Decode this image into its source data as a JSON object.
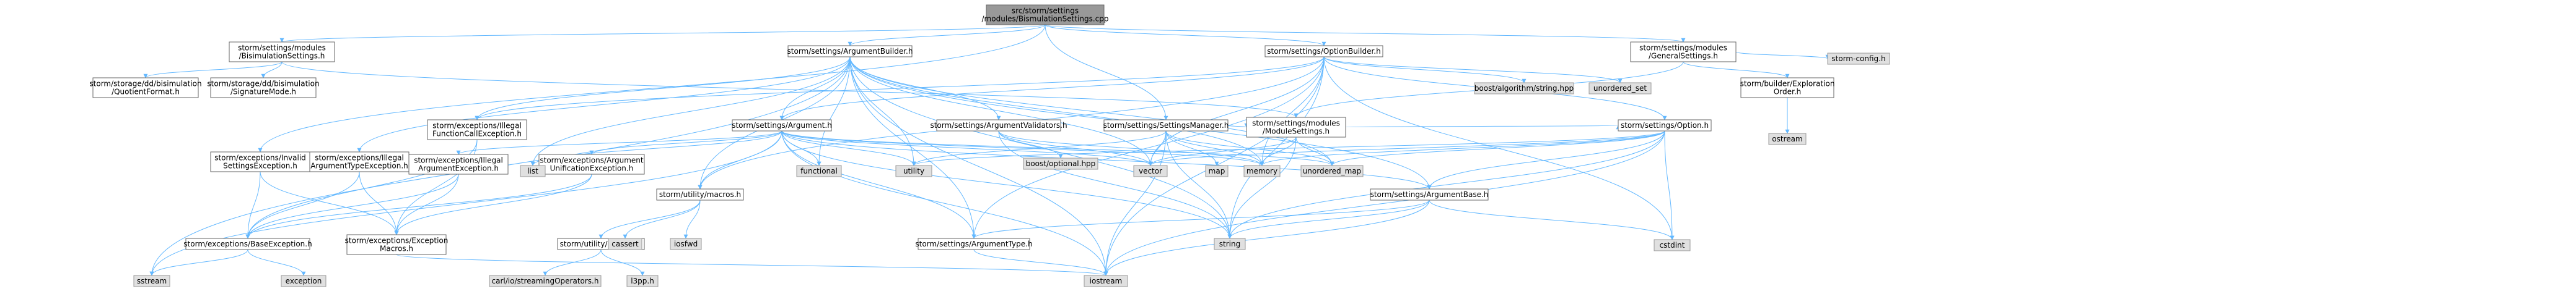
{
  "colors": {
    "edge": "#63B8FF",
    "root_fill": "#999999",
    "root_border": "#666666",
    "node_fill": "#ffffff",
    "node_border": "#666666",
    "ext_fill": "#e0e0e0",
    "ext_border": "#999999"
  },
  "nodes": [
    {
      "id": "root",
      "lines": [
        "src/storm/settings",
        "/modules/BismulationSettings.cpp"
      ],
      "kind": "root"
    },
    {
      "id": "bisim_h",
      "lines": [
        "storm/settings/modules",
        "/BisimulationSettings.h"
      ],
      "kind": "node"
    },
    {
      "id": "argbuilder",
      "lines": [
        "storm/settings/ArgumentBuilder.h"
      ],
      "kind": "node"
    },
    {
      "id": "settingsmanager",
      "lines": [
        "storm/settings/SettingsManager.h"
      ],
      "kind": "node"
    },
    {
      "id": "optionbuilder",
      "lines": [
        "storm/settings/OptionBuilder.h"
      ],
      "kind": "node"
    },
    {
      "id": "general",
      "lines": [
        "storm/settings/modules",
        "/GeneralSettings.h"
      ],
      "kind": "node"
    },
    {
      "id": "quotient",
      "lines": [
        "storm/storage/dd/bisimulation",
        "/QuotientFormat.h"
      ],
      "kind": "node"
    },
    {
      "id": "signature",
      "lines": [
        "storm/storage/dd/bisimulation",
        "/SignatureMode.h"
      ],
      "kind": "node"
    },
    {
      "id": "invalidsettings",
      "lines": [
        "storm/exceptions/Invalid",
        "SettingsException.h"
      ],
      "kind": "node"
    },
    {
      "id": "illegalargtype",
      "lines": [
        "storm/exceptions/Illegal",
        "ArgumentTypeException.h"
      ],
      "kind": "node"
    },
    {
      "id": "illegalfunc",
      "lines": [
        "storm/exceptions/Illegal",
        "FunctionCallException.h"
      ],
      "kind": "node"
    },
    {
      "id": "argument",
      "lines": [
        "storm/settings/Argument.h"
      ],
      "kind": "node"
    },
    {
      "id": "argvalidators",
      "lines": [
        "storm/settings/ArgumentValidators.h"
      ],
      "kind": "node"
    },
    {
      "id": "modulesettings",
      "lines": [
        "storm/settings/modules",
        "/ModuleSettings.h"
      ],
      "kind": "node"
    },
    {
      "id": "option",
      "lines": [
        "storm/settings/Option.h"
      ],
      "kind": "node"
    },
    {
      "id": "illegalarg",
      "lines": [
        "storm/exceptions/Illegal",
        "ArgumentException.h"
      ],
      "kind": "node"
    },
    {
      "id": "argunification",
      "lines": [
        "storm/exceptions/Argument",
        "UnificationException.h"
      ],
      "kind": "node"
    },
    {
      "id": "macros",
      "lines": [
        "storm/utility/macros.h"
      ],
      "kind": "node"
    },
    {
      "id": "argumentbase",
      "lines": [
        "storm/settings/ArgumentBase.h"
      ],
      "kind": "node"
    },
    {
      "id": "baseexception",
      "lines": [
        "storm/exceptions/BaseException.h"
      ],
      "kind": "node"
    },
    {
      "id": "excmacros",
      "lines": [
        "storm/exceptions/Exception",
        "Macros.h"
      ],
      "kind": "node"
    },
    {
      "id": "logging",
      "lines": [
        "storm/utility/logging.h"
      ],
      "kind": "node"
    },
    {
      "id": "argtype",
      "lines": [
        "storm/settings/ArgumentType.h"
      ],
      "kind": "node"
    },
    {
      "id": "exploration",
      "lines": [
        "storm/builder/Exploration",
        "Order.h"
      ],
      "kind": "node"
    },
    {
      "id": "stormconfig",
      "lines": [
        "storm-config.h"
      ],
      "kind": "ext"
    },
    {
      "id": "boostalgo",
      "lines": [
        "boost/algorithm/string.hpp"
      ],
      "kind": "ext"
    },
    {
      "id": "unordered_set",
      "lines": [
        "unordered_set"
      ],
      "kind": "ext"
    },
    {
      "id": "boostoptional",
      "lines": [
        "boost/optional.hpp"
      ],
      "kind": "ext"
    },
    {
      "id": "list",
      "lines": [
        "list"
      ],
      "kind": "ext"
    },
    {
      "id": "functional",
      "lines": [
        "functional"
      ],
      "kind": "ext"
    },
    {
      "id": "utility",
      "lines": [
        "utility"
      ],
      "kind": "ext"
    },
    {
      "id": "vector",
      "lines": [
        "vector"
      ],
      "kind": "ext"
    },
    {
      "id": "map",
      "lines": [
        "map"
      ],
      "kind": "ext"
    },
    {
      "id": "memory",
      "lines": [
        "memory"
      ],
      "kind": "ext"
    },
    {
      "id": "unordered_map",
      "lines": [
        "unordered_map"
      ],
      "kind": "ext"
    },
    {
      "id": "cstdint",
      "lines": [
        "cstdint"
      ],
      "kind": "ext"
    },
    {
      "id": "string",
      "lines": [
        "string"
      ],
      "kind": "ext"
    },
    {
      "id": "sstream",
      "lines": [
        "sstream"
      ],
      "kind": "ext"
    },
    {
      "id": "exception",
      "lines": [
        "exception"
      ],
      "kind": "ext"
    },
    {
      "id": "cassert",
      "lines": [
        "cassert"
      ],
      "kind": "ext"
    },
    {
      "id": "iosfwd",
      "lines": [
        "iosfwd"
      ],
      "kind": "ext"
    },
    {
      "id": "carl",
      "lines": [
        "carl/io/streamingOperators.h"
      ],
      "kind": "ext"
    },
    {
      "id": "l3pp",
      "lines": [
        "l3pp.h"
      ],
      "kind": "ext"
    },
    {
      "id": "iostream",
      "lines": [
        "iostream"
      ],
      "kind": "ext"
    },
    {
      "id": "ostream",
      "lines": [
        "ostream"
      ],
      "kind": "ext"
    }
  ],
  "edges": [
    [
      "root",
      "bisim_h"
    ],
    [
      "root",
      "argbuilder"
    ],
    [
      "root",
      "settingsmanager"
    ],
    [
      "root",
      "optionbuilder"
    ],
    [
      "root",
      "general"
    ],
    [
      "root",
      "invalidsettings"
    ],
    [
      "bisim_h",
      "quotient"
    ],
    [
      "bisim_h",
      "signature"
    ],
    [
      "bisim_h",
      "modulesettings"
    ],
    [
      "argbuilder",
      "illegalargtype"
    ],
    [
      "argbuilder",
      "illegalfunc"
    ],
    [
      "argbuilder",
      "argument"
    ],
    [
      "argbuilder",
      "argvalidators"
    ],
    [
      "argbuilder",
      "argumentbase"
    ],
    [
      "argbuilder",
      "argtype"
    ],
    [
      "argbuilder",
      "macros"
    ],
    [
      "argbuilder",
      "iostream"
    ],
    [
      "argbuilder",
      "list"
    ],
    [
      "argbuilder",
      "functional"
    ],
    [
      "argbuilder",
      "utility"
    ],
    [
      "argbuilder",
      "vector"
    ],
    [
      "argbuilder",
      "memory"
    ],
    [
      "argbuilder",
      "string"
    ],
    [
      "argbuilder",
      "sstream"
    ],
    [
      "argbuilder",
      "unordered_map"
    ],
    [
      "settingsmanager",
      "modulesettings"
    ],
    [
      "settingsmanager",
      "utility"
    ],
    [
      "settingsmanager",
      "vector"
    ],
    [
      "settingsmanager",
      "map"
    ],
    [
      "settingsmanager",
      "memory"
    ],
    [
      "settingsmanager",
      "unordered_map"
    ],
    [
      "settingsmanager",
      "iostream"
    ],
    [
      "settingsmanager",
      "string"
    ],
    [
      "optionbuilder",
      "option"
    ],
    [
      "optionbuilder",
      "boostalgo"
    ],
    [
      "optionbuilder",
      "unordered_set"
    ],
    [
      "optionbuilder",
      "argument"
    ],
    [
      "optionbuilder",
      "argtype"
    ],
    [
      "optionbuilder",
      "illegalfunc"
    ],
    [
      "optionbuilder",
      "macros"
    ],
    [
      "optionbuilder",
      "memory"
    ],
    [
      "optionbuilder",
      "vector"
    ],
    [
      "optionbuilder",
      "string"
    ],
    [
      "optionbuilder",
      "cstdint"
    ],
    [
      "optionbuilder",
      "iostream"
    ],
    [
      "general",
      "stormconfig"
    ],
    [
      "general",
      "exploration"
    ],
    [
      "general",
      "modulesettings"
    ],
    [
      "exploration",
      "ostream"
    ],
    [
      "invalidsettings",
      "baseexception"
    ],
    [
      "invalidsettings",
      "excmacros"
    ],
    [
      "illegalargtype",
      "baseexception"
    ],
    [
      "illegalargtype",
      "excmacros"
    ],
    [
      "illegalfunc",
      "baseexception"
    ],
    [
      "illegalfunc",
      "excmacros"
    ],
    [
      "argument",
      "illegalarg"
    ],
    [
      "argument",
      "argunification"
    ],
    [
      "argument",
      "macros"
    ],
    [
      "argument",
      "argumentbase"
    ],
    [
      "argument",
      "argtype"
    ],
    [
      "argument",
      "functional"
    ],
    [
      "argument",
      "utility"
    ],
    [
      "argument",
      "vector"
    ],
    [
      "argument",
      "list"
    ],
    [
      "argument",
      "memory"
    ],
    [
      "argument",
      "string"
    ],
    [
      "argument",
      "iostream"
    ],
    [
      "argument",
      "sstream"
    ],
    [
      "argument",
      "unordered_map"
    ],
    [
      "argvalidators",
      "boostoptional"
    ],
    [
      "argvalidators",
      "vector"
    ],
    [
      "argvalidators",
      "string"
    ],
    [
      "argvalidators",
      "memory"
    ],
    [
      "modulesettings",
      "vector"
    ],
    [
      "modulesettings",
      "memory"
    ],
    [
      "modulesettings",
      "string"
    ],
    [
      "modulesettings",
      "unordered_map"
    ],
    [
      "modulesettings",
      "option"
    ],
    [
      "option",
      "argumentbase"
    ],
    [
      "option",
      "vector"
    ],
    [
      "option",
      "memory"
    ],
    [
      "option",
      "utility"
    ],
    [
      "option",
      "string"
    ],
    [
      "option",
      "cstdint"
    ],
    [
      "option",
      "iostream"
    ],
    [
      "option",
      "unordered_map"
    ],
    [
      "illegalarg",
      "baseexception"
    ],
    [
      "illegalarg",
      "excmacros"
    ],
    [
      "argunification",
      "baseexception"
    ],
    [
      "argunification",
      "excmacros"
    ],
    [
      "macros",
      "logging"
    ],
    [
      "macros",
      "cassert"
    ],
    [
      "macros",
      "iosfwd"
    ],
    [
      "logging",
      "carl"
    ],
    [
      "logging",
      "l3pp"
    ],
    [
      "argumentbase",
      "argtype"
    ],
    [
      "argumentbase",
      "string"
    ],
    [
      "argumentbase",
      "iostream"
    ],
    [
      "argumentbase",
      "cstdint"
    ],
    [
      "argtype",
      "iostream"
    ],
    [
      "baseexception",
      "exception"
    ],
    [
      "baseexception",
      "sstream"
    ],
    [
      "excmacros",
      "iostream"
    ]
  ]
}
